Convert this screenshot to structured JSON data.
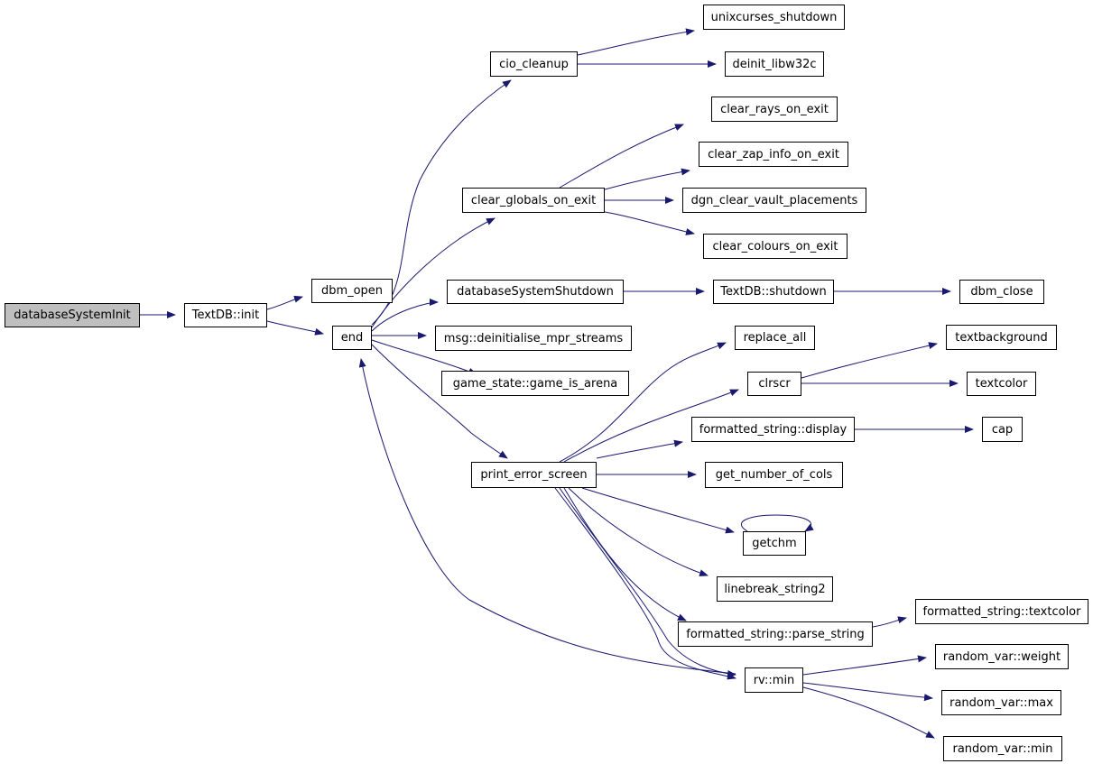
{
  "graph": {
    "edge_color": "#191970",
    "root_fill": "#bfbfbf",
    "nodes": {
      "databaseSystemInit": "databaseSystemInit",
      "textdb_init": "TextDB::init",
      "dbm_open": "dbm_open",
      "end": "end",
      "cio_cleanup": "cio_cleanup",
      "unixcurses_shutdown": "unixcurses_shutdown",
      "deinit_libw32c": "deinit_libw32c",
      "clear_rays_on_exit": "clear_rays_on_exit",
      "clear_zap_info_on_exit": "clear_zap_info_on_exit",
      "clear_globals_on_exit": "clear_globals_on_exit",
      "dgn_clear_vault_placements": "dgn_clear_vault_placements",
      "clear_colours_on_exit": "clear_colours_on_exit",
      "databaseSystemShutdown": "databaseSystemShutdown",
      "textdb_shutdown": "TextDB::shutdown",
      "dbm_close": "dbm_close",
      "msg_deinitialise": "msg::deinitialise_mpr_streams",
      "game_is_arena": "game_state::game_is_arena",
      "replace_all": "replace_all",
      "textbackground": "textbackground",
      "clrscr": "clrscr",
      "textcolor": "textcolor",
      "fs_display": "formatted_string::display",
      "cap": "cap",
      "print_error_screen": "print_error_screen",
      "get_number_of_cols": "get_number_of_cols",
      "getchm": "getchm",
      "linebreak_string2": "linebreak_string2",
      "fs_textcolor": "formatted_string::textcolor",
      "fs_parse_string": "formatted_string::parse_string",
      "random_var_weight": "random_var::weight",
      "rv_min": "rv::min",
      "random_var_max": "random_var::max",
      "random_var_min": "random_var::min"
    }
  }
}
